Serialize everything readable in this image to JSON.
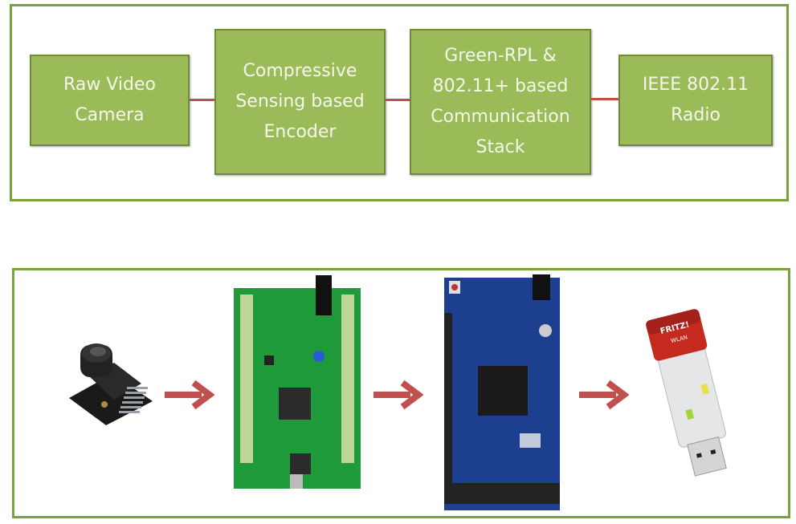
{
  "diagram": {
    "blocks": [
      {
        "id": "camera",
        "label": "Raw Video\nCamera"
      },
      {
        "id": "encoder",
        "label": "Compressive\nSensing based\nEncoder"
      },
      {
        "id": "stack",
        "label": "Green-RPL &\n802.11+ based\nCommunication\nStack"
      },
      {
        "id": "radio",
        "label": "IEEE 802.11\nRadio"
      }
    ],
    "connections": [
      {
        "from": "camera",
        "to": "encoder"
      },
      {
        "from": "encoder",
        "to": "stack"
      },
      {
        "from": "stack",
        "to": "radio"
      }
    ]
  },
  "hardware": {
    "devices": [
      {
        "id": "camera-module",
        "icon": "camera-module-icon"
      },
      {
        "id": "stm32-discovery-board",
        "icon": "green-dev-board-icon"
      },
      {
        "id": "arduino-due-board",
        "icon": "blue-dev-board-icon"
      },
      {
        "id": "usb-wlan-stick",
        "icon": "usb-wifi-stick-icon",
        "brand_label": "FRITZ!",
        "sub_label": "WLAN"
      }
    ],
    "arrows": 3
  },
  "colors": {
    "frame": "#7aa13f",
    "block_fill": "#9bbb59",
    "block_border": "#71893f",
    "block_text": "#f4f7ea",
    "connector": "#c0504d",
    "arrow": "#c0504d"
  }
}
